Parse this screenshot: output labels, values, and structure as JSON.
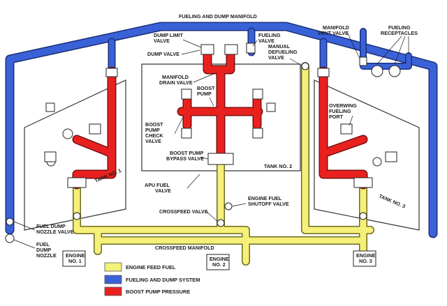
{
  "title": "FUELING AND DUMP MANIFOLD",
  "labels": {
    "dump_limit_valve": [
      "DUMP LIMIT",
      "VALVE"
    ],
    "dump_valve": "DUMP VALVE",
    "fueling_valve": [
      "FUELING",
      "VALVE"
    ],
    "manual_defueling_valve": [
      "MANUAL",
      "DEFUELING",
      "VALVE"
    ],
    "manifold_vent_valve": [
      "MANIFOLD",
      "VENT VALVE"
    ],
    "fueling_receptacles": [
      "FUELING",
      "RECEPTACLES"
    ],
    "manifold_drain_valve": [
      "MANIFOLD",
      "DRAIN VALVE"
    ],
    "boost_pump": [
      "BOOST",
      "PUMP"
    ],
    "boost_pump_check_valve": [
      "BOOST",
      "PUMP",
      "CHECK",
      "VALVE"
    ],
    "boost_pump_bypass_valve": [
      "BOOST PUMP",
      "BYPASS VALVE"
    ],
    "overwing_fueling_port": [
      "OVERWING",
      "FUELING",
      "PORT"
    ],
    "apu_fuel_valve": [
      "APU FUEL",
      "VALVE"
    ],
    "crossfeed_valve": "CROSSFEED VALVE",
    "engine_fuel_shutoff_valve": [
      "ENGINE FUEL",
      "SHUTOFF VALVE"
    ],
    "fuel_dump_nozzle_valve": [
      "FUEL DUMP",
      "NOZZLE VALVE"
    ],
    "fuel_dump_nozzle": [
      "FUEL",
      "DUMP",
      "NOZZLE"
    ],
    "crossfeed_manifold": "CROSSFEED MANIFOLD"
  },
  "tanks": [
    "TANK NO. 1",
    "TANK NO. 2",
    "TANK NO. 3"
  ],
  "engines": [
    [
      "ENGINE",
      "NO. 1"
    ],
    [
      "ENGINE",
      "NO. 2"
    ],
    [
      "ENGINE",
      "NO. 3"
    ]
  ],
  "legend": [
    {
      "label": "ENGINE FEED FUEL",
      "color": "#f5f07a"
    },
    {
      "label": "FUELING AND DUMP SYSTEM",
      "color": "#3a62d8"
    },
    {
      "label": "BOOST PUMP PRESSURE",
      "color": "#e8211f"
    }
  ],
  "colors": {
    "feed": "#f5f07a",
    "dump": "#3a62d8",
    "boost": "#e8211f",
    "outline": "#222222"
  }
}
